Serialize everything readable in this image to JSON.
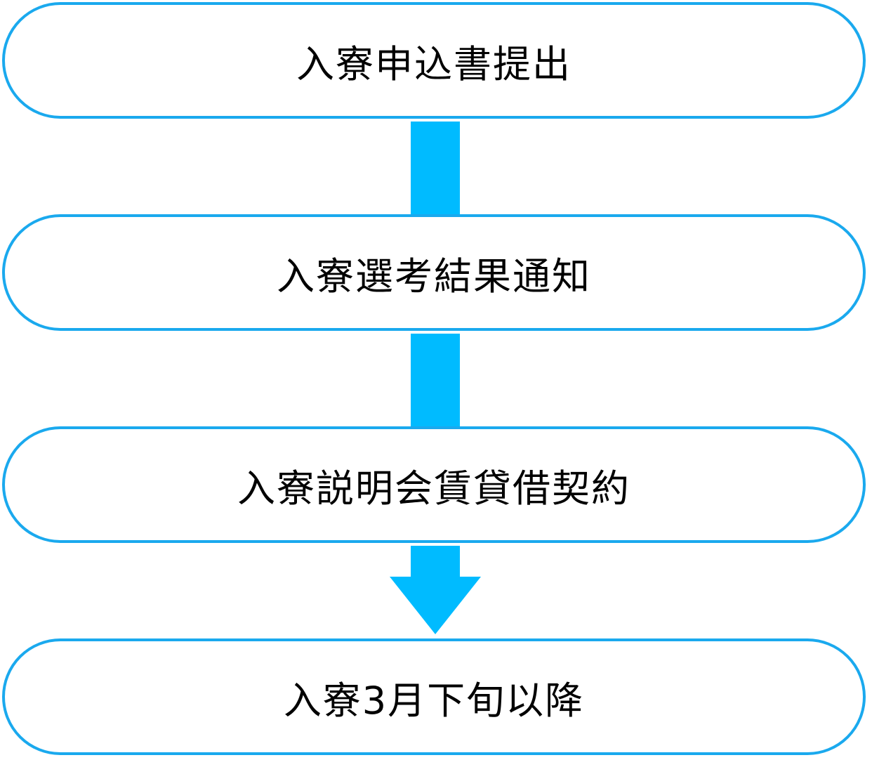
{
  "colors": {
    "border": "#1aa9ee",
    "arrow": "#00bbff",
    "text": "#000000",
    "background": "#ffffff"
  },
  "steps": [
    {
      "label": "入寮申込書提出"
    },
    {
      "label": "入寮選考結果通知"
    },
    {
      "label": "入寮説明会賃貸借契約"
    },
    {
      "label": "入寮3月下旬以降"
    }
  ]
}
